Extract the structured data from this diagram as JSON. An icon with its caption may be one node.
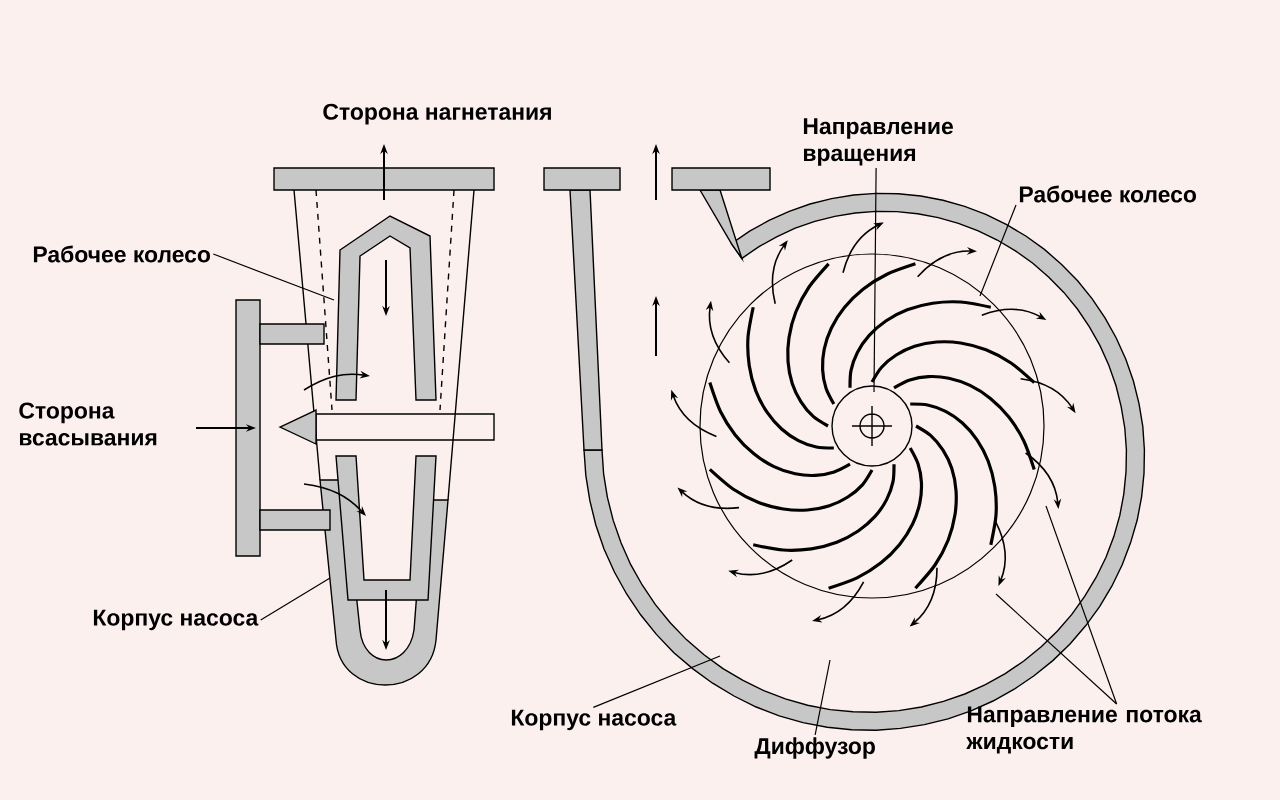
{
  "diagram": {
    "nodes": [
      {
        "text": [
          "Рабочее колесо"
        ]
      },
      {
        "text": [
          "Корпус насоса"
        ]
      },
      {
        "text": [
          "Направление вращения"
        ]
      },
      {
        "text": [
          "Рабочее колесо"
        ]
      },
      {
        "text": [
          "Корпус насоса"
        ]
      },
      {
        "text": [
          "Диффузор"
        ]
      },
      {
        "text": [
          "Направление потока жидкости"
        ]
      }
    ],
    "edges": [
      {
        "from": 0,
        "to": null,
        "arrow": "none"
      },
      {
        "from": 1,
        "to": null,
        "arrow": "none"
      },
      {
        "from": 2,
        "to": null,
        "arrow": "none"
      },
      {
        "from": 3,
        "to": null,
        "arrow": "none"
      },
      {
        "from": 4,
        "to": null,
        "arrow": "none"
      },
      {
        "from": 5,
        "to": null,
        "arrow": "none"
      },
      {
        "from": 6,
        "to": null,
        "arrow": "none"
      },
      {
        "from": 6,
        "to": null,
        "arrow": "none"
      }
    ],
    "labels": [
      "Сторона нагнетания",
      "Сторона всасывания"
    ]
  }
}
